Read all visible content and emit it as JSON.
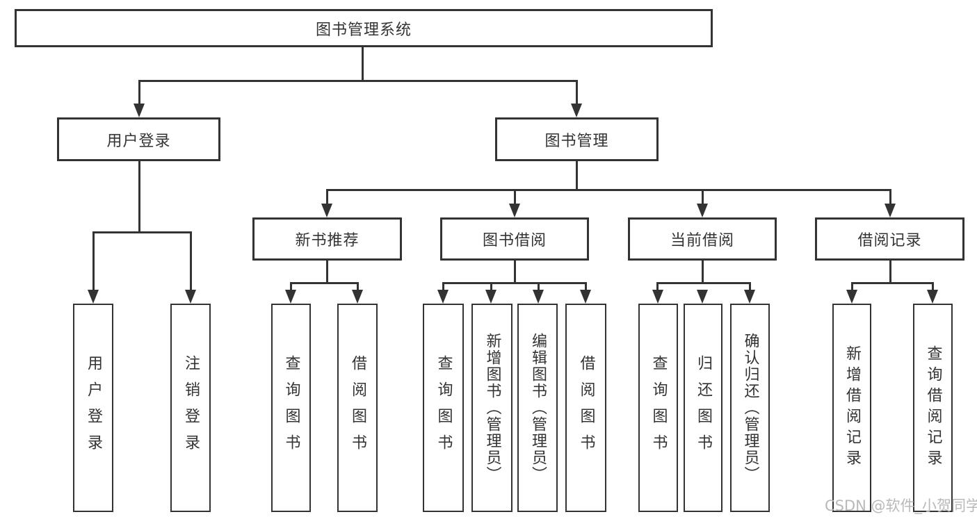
{
  "diagram": {
    "title": "图书管理系统",
    "root": {
      "label": "图书管理系统"
    },
    "level2": [
      {
        "label": "用户登录"
      },
      {
        "label": "图书管理"
      }
    ],
    "level3": [
      {
        "label": "新书推荐",
        "parent": "图书管理"
      },
      {
        "label": "图书借阅",
        "parent": "图书管理"
      },
      {
        "label": "当前借阅",
        "parent": "图书管理"
      },
      {
        "label": "借阅记录",
        "parent": "图书管理"
      }
    ],
    "leaves": [
      {
        "label": "用户登录",
        "parent": "用户登录"
      },
      {
        "label": "注销登录",
        "parent": "用户登录"
      },
      {
        "label": "查询图书",
        "parent": "新书推荐"
      },
      {
        "label": "借阅图书",
        "parent": "新书推荐"
      },
      {
        "label": "查询图书",
        "parent": "图书借阅"
      },
      {
        "label": "新增图书（管理员）",
        "parent": "图书借阅"
      },
      {
        "label": "编辑图书（管理员）",
        "parent": "图书借阅"
      },
      {
        "label": "借阅图书",
        "parent": "图书借阅"
      },
      {
        "label": "查询图书",
        "parent": "当前借阅"
      },
      {
        "label": "归还图书",
        "parent": "当前借阅"
      },
      {
        "label": "确认归还（管理员）",
        "parent": "当前借阅"
      },
      {
        "label": "新增借阅记录",
        "parent": "借阅记录"
      },
      {
        "label": "查询借阅记录",
        "parent": "借阅记录"
      }
    ],
    "watermark": "CSDN @软件_小贺同学",
    "colors": {
      "line": "#333333",
      "box_border": "#333333",
      "text": "#333333",
      "watermark": "#b9b9b9",
      "background": "#ffffff"
    }
  }
}
